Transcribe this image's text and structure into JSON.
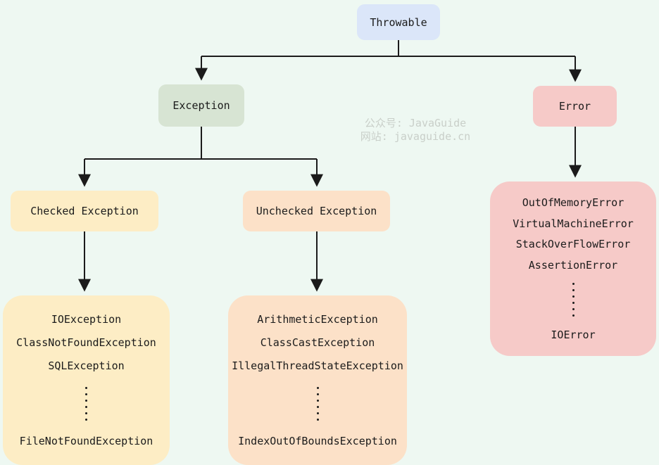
{
  "diagram_title": "Java Throwable class hierarchy",
  "colors": {
    "background": "#eef8f2",
    "ink": "#1b1b1b",
    "watermark_text": "#c9cfc9"
  },
  "watermark": {
    "line1": "公众号: JavaGuide",
    "line2": "网站: javaguide.cn"
  },
  "nodes": {
    "throwable": {
      "label": "Throwable",
      "fill": "#dbe6f9"
    },
    "exception": {
      "label": "Exception",
      "fill": "#d7e4d3"
    },
    "error": {
      "label": "Error",
      "fill": "#f6cac8"
    },
    "checked": {
      "label": "Checked Exception",
      "fill": "#fdedc5"
    },
    "unchecked": {
      "label": "Unchecked Exception",
      "fill": "#fce1c8"
    },
    "checked_list": {
      "fill": "#fdedc5",
      "items": [
        "IOException",
        "ClassNotFoundException",
        "SQLException",
        "⋮",
        "FileNotFoundException"
      ]
    },
    "unchecked_list": {
      "fill": "#fce1c8",
      "items": [
        "ArithmeticException",
        "ClassCastException",
        "IllegalThreadStateException",
        "⋮",
        "IndexOutOfBoundsException"
      ]
    },
    "error_list": {
      "fill": "#f6cac8",
      "items": [
        "OutOfMemoryError",
        "VirtualMachineError",
        "StackOverFlowError",
        "AssertionError",
        "⋮",
        "IOError"
      ]
    }
  },
  "edges": [
    "Throwable -> Exception",
    "Throwable -> Error",
    "Exception -> Checked Exception",
    "Exception -> Unchecked Exception",
    "Checked Exception -> checked list",
    "Unchecked Exception -> unchecked list",
    "Error -> error list"
  ]
}
